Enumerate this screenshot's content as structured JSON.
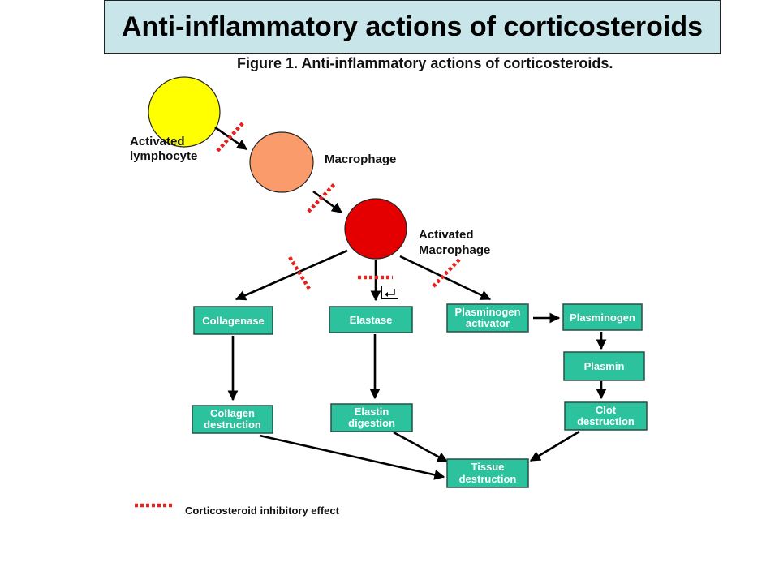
{
  "title": "Anti-inflammatory actions of corticosteroids",
  "figure_caption": "Figure 1. Anti-inflammatory actions of corticosteroids.",
  "cells": {
    "activated_lymphocyte": {
      "label_lines": [
        "Activated",
        "lymphocyte"
      ],
      "color": "#ffff00"
    },
    "macrophage": {
      "label_lines": [
        "Macrophage"
      ],
      "color": "#f99b6b"
    },
    "activated_macrophage": {
      "label_lines": [
        "Activated",
        "Macrophage"
      ],
      "color": "#e40000"
    }
  },
  "boxes": {
    "collagenase": [
      "Collagenase"
    ],
    "elastase": [
      "Elastase"
    ],
    "plasminogen_activator": [
      "Plasminogen",
      "activator"
    ],
    "plasminogen": [
      "Plasminogen"
    ],
    "plasmin": [
      "Plasmin"
    ],
    "collagen_destruction": [
      "Collagen",
      "destruction"
    ],
    "elastin_digestion": [
      "Elastin",
      "digestion"
    ],
    "clot_destruction": [
      "Clot",
      "destruction"
    ],
    "tissue_destruction": [
      "Tissue",
      "destruction"
    ]
  },
  "legend": {
    "label": "Corticosteroid inhibitory effect"
  },
  "colors": {
    "title_background": "#c8e6ea",
    "box_fill": "#2cc29e",
    "inhibitory": "#e8201e"
  }
}
